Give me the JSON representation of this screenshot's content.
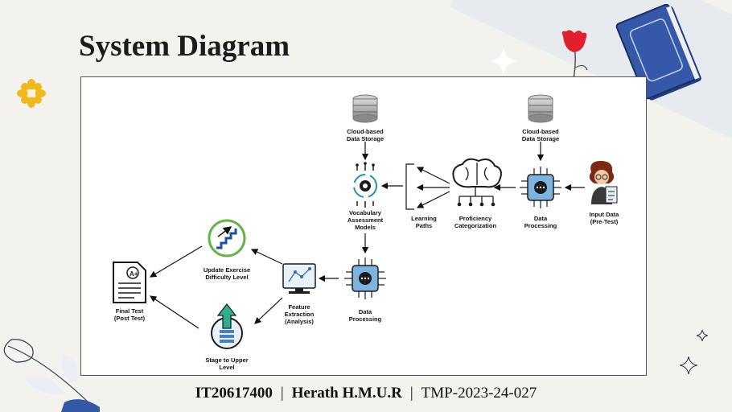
{
  "slide": {
    "title": "System Diagram"
  },
  "diagram": {
    "labels": {
      "cloud_storage_1": "Cloud-based\nData Storage",
      "cloud_storage_2": "Cloud-based\nData Storage",
      "vocab_models": "Vocabulary\nAssessment\nModels",
      "learning_paths": "Learning\nPaths",
      "proficiency": "Proficiency\nCategorization",
      "data_processing_1": "Data\nProcessing",
      "input_data": "Input Data\n(Pre-Test)",
      "data_processing_2": "Data\nProcessing",
      "feature_extraction": "Feature\nExtraction\n(Analysis)",
      "update_exercise": "Update Exercise\nDifficulty Level",
      "stage_upper": "Stage to Upper\nLevel",
      "final_test": "Final Test\n(Post Test)"
    }
  },
  "footer": {
    "id": "IT20617400",
    "name": "Herath H.M.U.R",
    "project": "TMP-2023-24-027",
    "separator": "|"
  }
}
